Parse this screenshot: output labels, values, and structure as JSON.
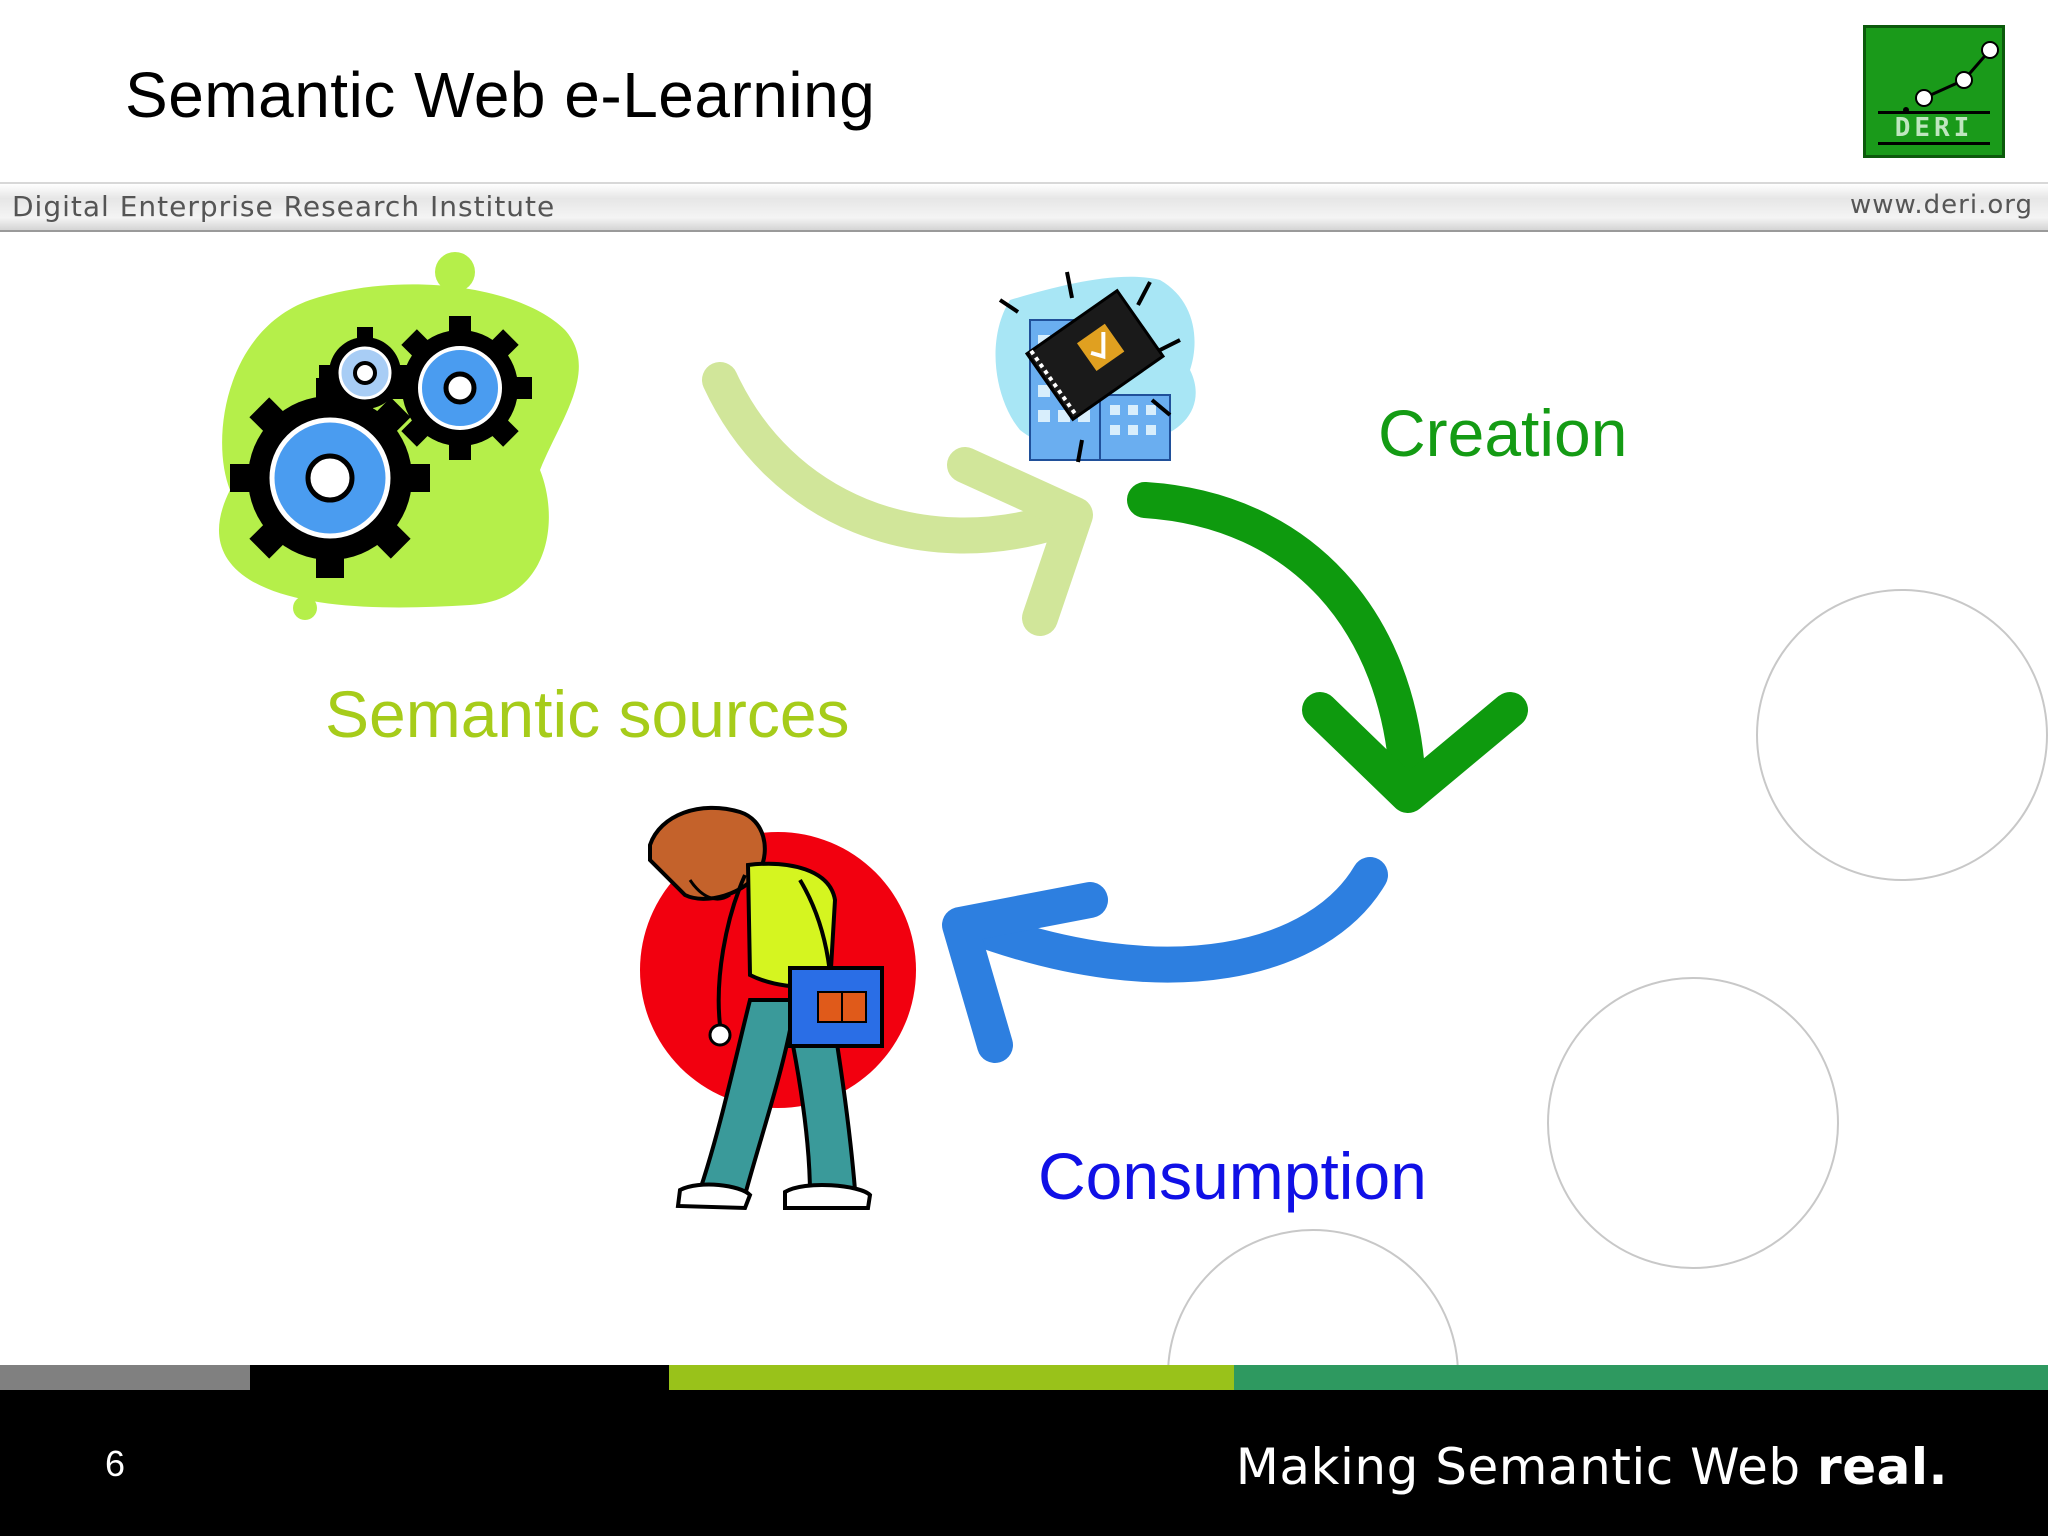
{
  "slide": {
    "title": "Semantic Web e-Learning",
    "logo_text": "DERI",
    "institute": "Digital Enterprise Research Institute",
    "website": "www.deri.org",
    "page_number": "6",
    "tagline_regular": "Making Semantic Web ",
    "tagline_bold": "real."
  },
  "diagram": {
    "nodes": [
      {
        "id": "sources",
        "label": "Semantic sources",
        "icon": "gears-icon",
        "color": "#a6cc1a"
      },
      {
        "id": "creation",
        "label": "Creation",
        "icon": "building-book-icon",
        "color": "#149b14"
      },
      {
        "id": "consumption",
        "label": "Consumption",
        "icon": "student-icon",
        "color": "#1010e6"
      }
    ],
    "arrows": [
      {
        "from": "sources",
        "to": "creation",
        "color": "#d1e69a"
      },
      {
        "from": "creation",
        "to": "consumption",
        "color": "#0e9a0e"
      },
      {
        "from": "consumption",
        "to": "student",
        "color": "#2d7fe0"
      }
    ]
  },
  "footer_colors": [
    "#808080",
    "#000000",
    "#99c21a",
    "#2e9960"
  ]
}
